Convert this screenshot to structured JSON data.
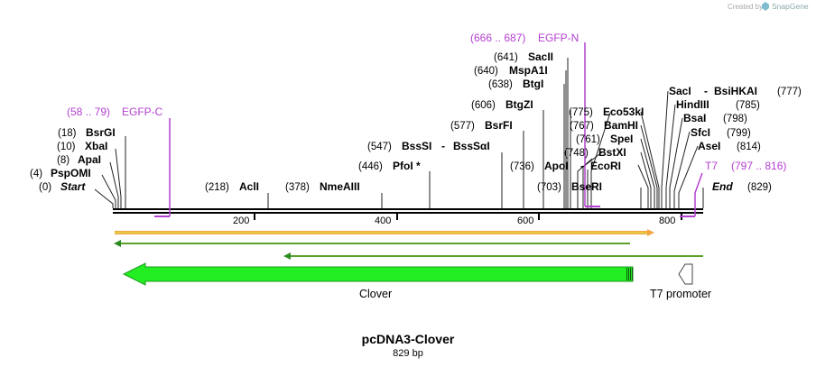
{
  "credit": {
    "prefix": "Created by",
    "brand": "SnapGene",
    "icon": "snapgene-logo-icon"
  },
  "title": "pcDNA3-Clover",
  "subtitle": "829 bp",
  "sequence_length": 829,
  "ruler_ticks": [
    "200",
    "400",
    "600",
    "800"
  ],
  "enzymes_left": [
    {
      "pos": "(18)",
      "name": "BsrGI"
    },
    {
      "pos": "(10)",
      "name": "XbaI"
    },
    {
      "pos": "(8)",
      "name": "ApaI"
    },
    {
      "pos": "(4)",
      "name": "PspOMI"
    },
    {
      "pos": "(0)",
      "name": "Start"
    }
  ],
  "enzymes_mid": [
    {
      "pos": "(218)",
      "name": "AclI"
    },
    {
      "pos": "(378)",
      "name": "NmeAIII"
    },
    {
      "pos": "(446)",
      "name": "PfoI *"
    },
    {
      "pos": "(547)",
      "name": "BssSI",
      "alt": "BssSαI"
    },
    {
      "pos": "(577)",
      "name": "BsrFI"
    },
    {
      "pos": "(606)",
      "name": "BtgZI"
    },
    {
      "pos": "(638)",
      "name": "BtgI"
    },
    {
      "pos": "(640)",
      "name": "MspA1I"
    },
    {
      "pos": "(641)",
      "name": "SacII"
    },
    {
      "pos": "(736)",
      "name": "ApoI",
      "alt": "EcoRI"
    },
    {
      "pos": "(703)",
      "name": "BseRI"
    },
    {
      "pos": "(748)",
      "name": "BstXI"
    },
    {
      "pos": "(761)",
      "name": "SpeI"
    },
    {
      "pos": "(767)",
      "name": "BamHI"
    },
    {
      "pos": "(775)",
      "name": "Eco53kI"
    }
  ],
  "enzymes_right": [
    {
      "name": "SacI",
      "alt": "BsiHKAI",
      "pos": "(777)"
    },
    {
      "name": "HindIII",
      "pos": "(785)"
    },
    {
      "name": "BsaI",
      "pos": "(798)"
    },
    {
      "name": "SfcI",
      "pos": "(799)"
    },
    {
      "name": "AseI",
      "pos": "(814)"
    },
    {
      "name": "End",
      "pos": "(829)"
    }
  ],
  "primers": [
    {
      "range": "(58 .. 79)",
      "name": "EGFP-C"
    },
    {
      "range": "(666 .. 687)",
      "name": "EGFP-N"
    },
    {
      "name": "T7",
      "range": "(797 .. 816)"
    }
  ],
  "features": [
    {
      "name": "Clover",
      "color": "#22ee22"
    },
    {
      "name": "T7 promoter",
      "color": "#ffffff"
    }
  ],
  "colors": {
    "primer": "#b340d0",
    "orf_forward_fill": "#f2a640",
    "orf_forward_line": "#dde84a",
    "orf_reverse_line": "#2e8b22",
    "feature_green": "#22ee22"
  }
}
